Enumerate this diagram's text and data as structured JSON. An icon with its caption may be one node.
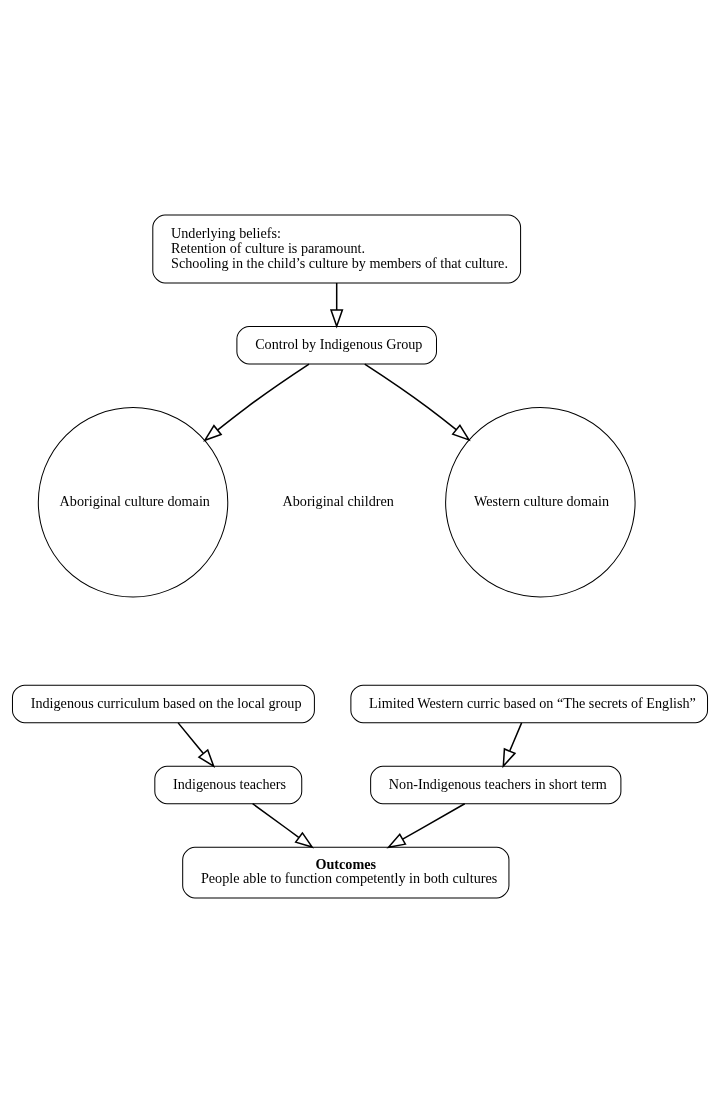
{
  "diagram": {
    "nodes": [
      {
        "text": [
          "Underlying beliefs:",
          "Retention of culture is paramount.",
          "Schooling in the child’s culture by members of that culture."
        ]
      },
      {
        "text": [
          "Control by Indigenous Group"
        ]
      },
      {
        "text": [
          "Aboriginal culture domain"
        ]
      },
      {
        "text": [
          "Western culture domain"
        ]
      },
      {
        "text": [
          "Indigenous curriculum based on the local group"
        ]
      },
      {
        "text": [
          "Limited Western curric based on “The secrets of English”"
        ]
      },
      {
        "text": [
          "Indigenous teachers"
        ]
      },
      {
        "text": [
          "Non-Indigenous teachers in short term"
        ]
      },
      {
        "text": [
          "Outcomes",
          "People able to function competently in both cultures"
        ]
      }
    ],
    "edges": [
      {
        "from": 0,
        "to": 1,
        "arrow": "to"
      },
      {
        "from": 1,
        "to": 2,
        "arrow": "to"
      },
      {
        "from": 1,
        "to": 3,
        "arrow": "to"
      },
      {
        "from": 4,
        "to": 6,
        "arrow": "to"
      },
      {
        "from": 5,
        "to": 7,
        "arrow": "to"
      },
      {
        "from": 6,
        "to": 8,
        "arrow": "to"
      },
      {
        "from": 7,
        "to": 8,
        "arrow": "to"
      }
    ],
    "labels": [
      "Aboriginal children"
    ]
  }
}
